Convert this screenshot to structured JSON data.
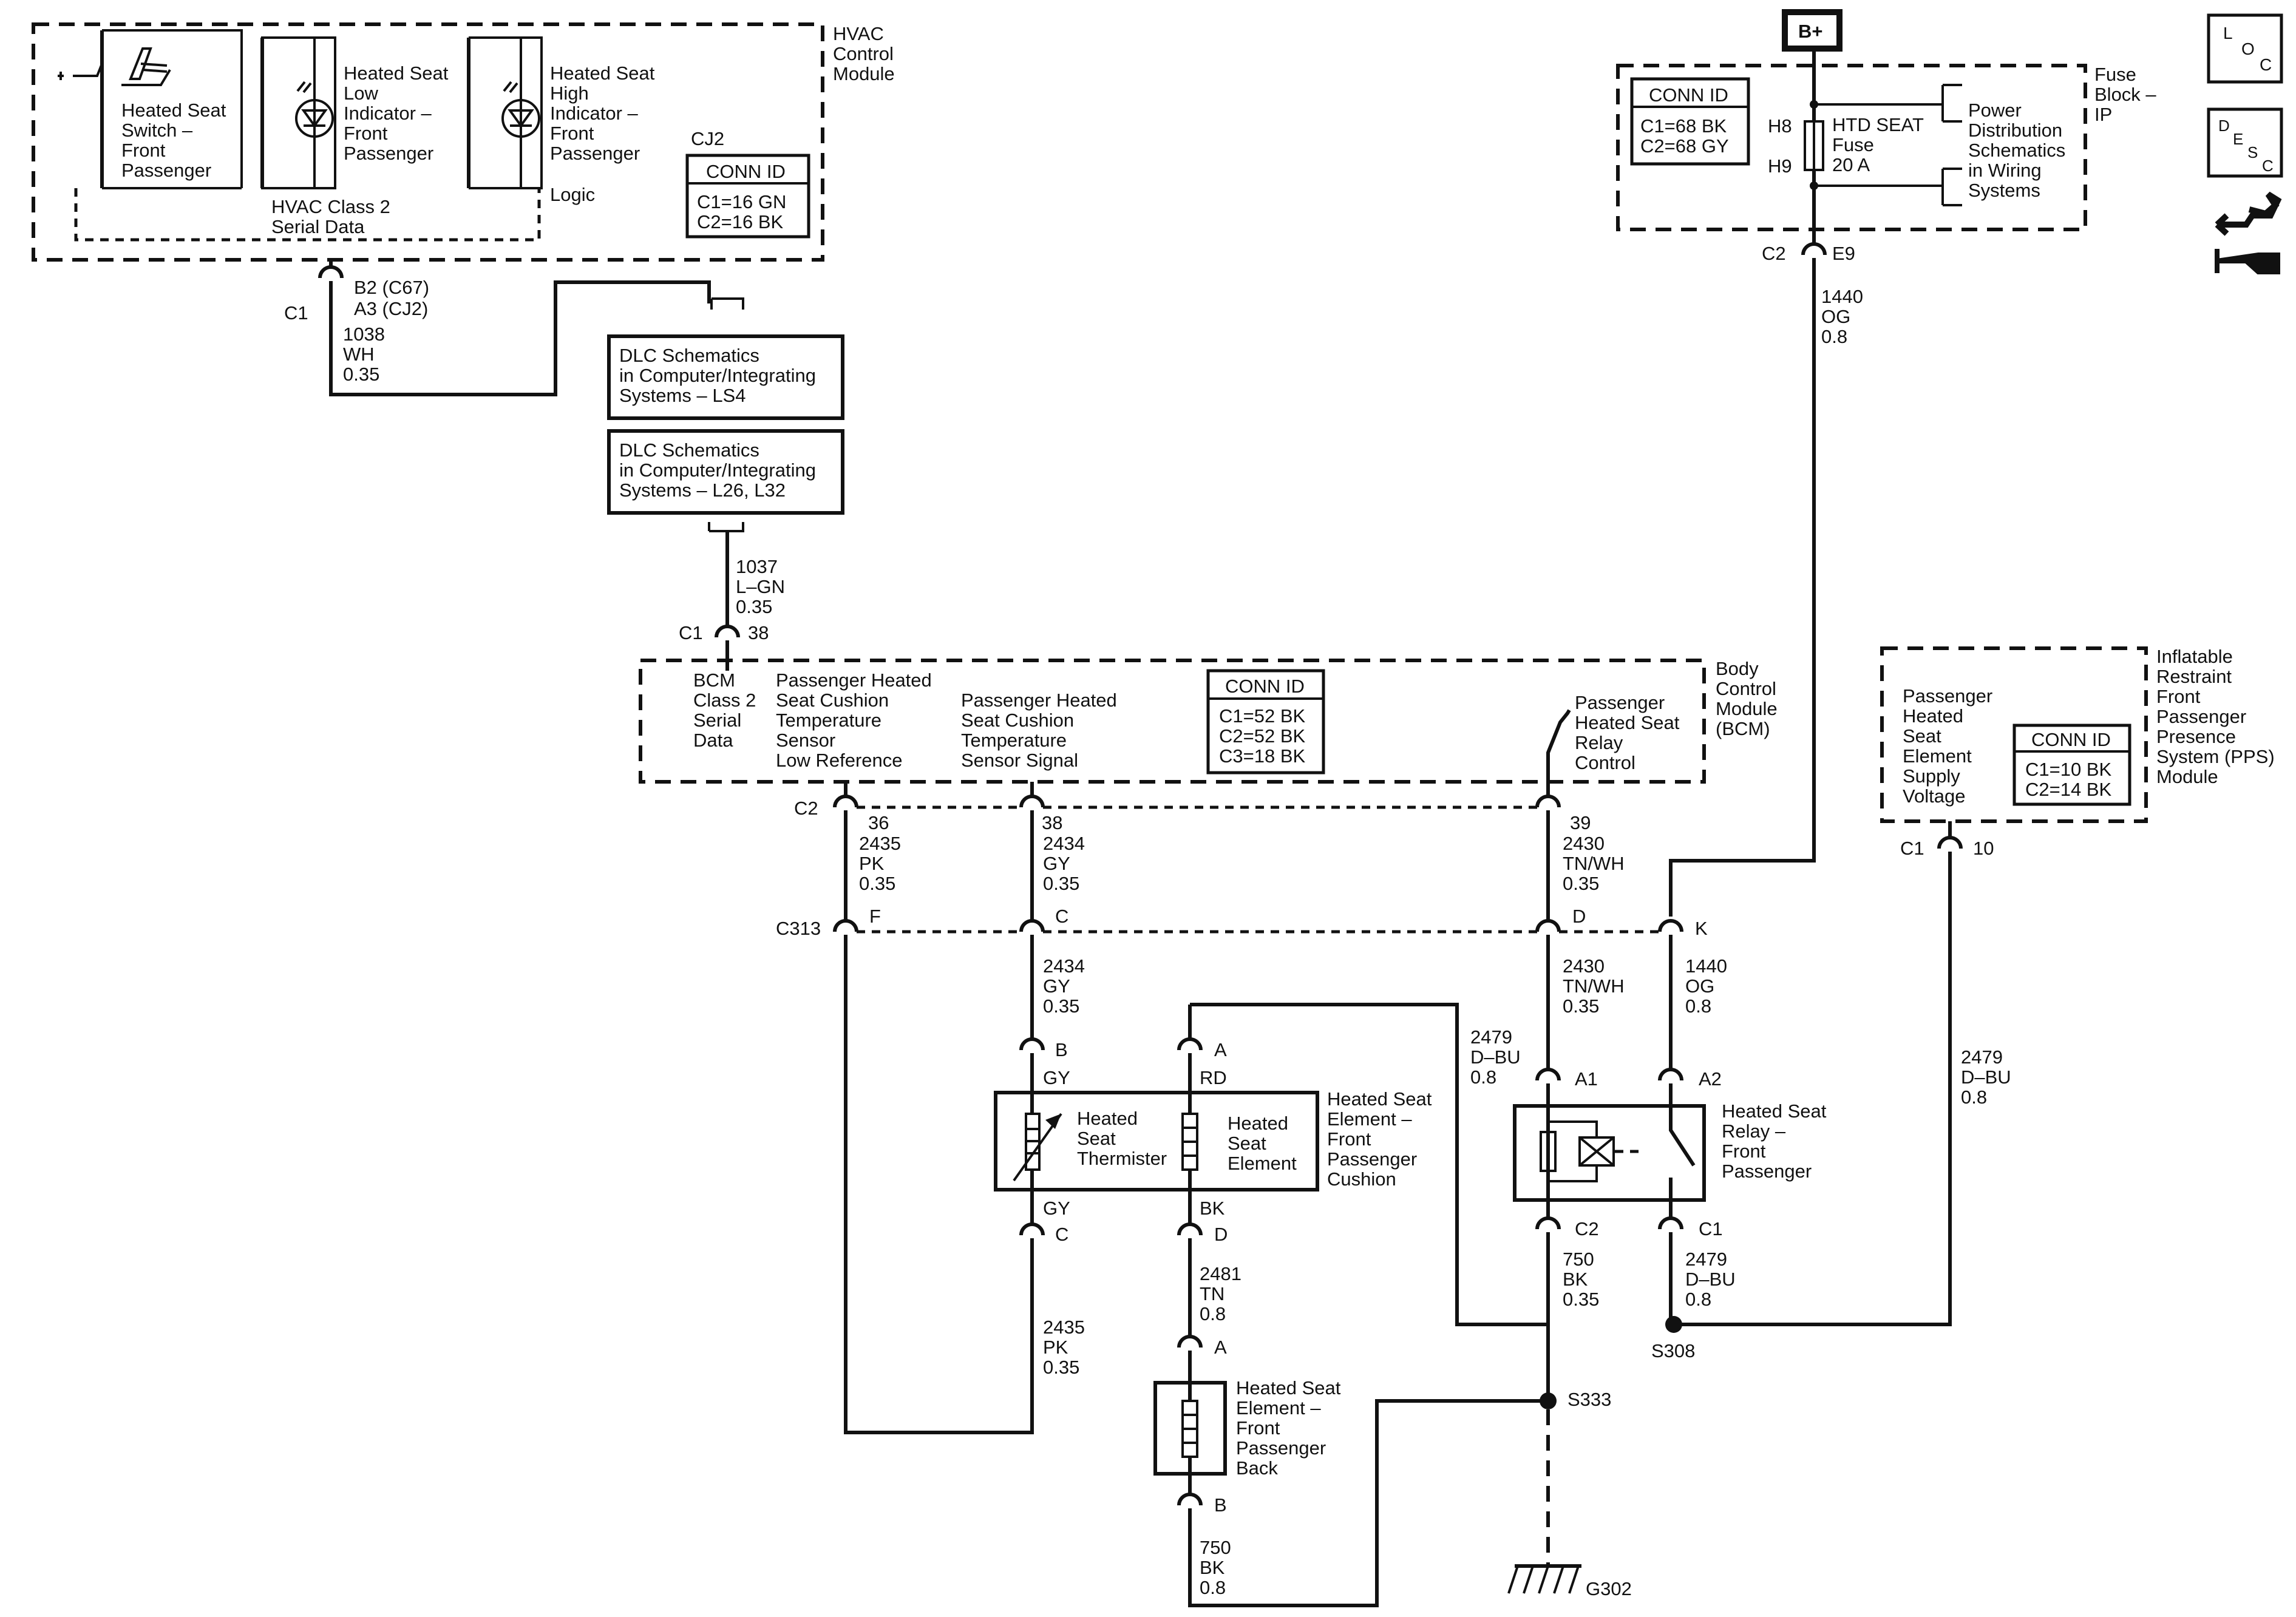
{
  "colors": {
    "ink": "#111111",
    "background": "#ffffff"
  },
  "icons": {
    "loc": "loc-icon",
    "desc": "desc-icon",
    "tools": "tools-icon"
  },
  "power": {
    "label": "B+"
  },
  "hvac": {
    "module": [
      "HVAC",
      "Control",
      "Module"
    ],
    "switch": [
      "Heated Seat",
      "Switch –",
      "Front",
      "Passenger"
    ],
    "low": [
      "Heated Seat",
      "Low",
      "Indicator –",
      "Front",
      "Passenger"
    ],
    "high": [
      "Heated Seat",
      "High",
      "Indicator –",
      "Front",
      "Passenger"
    ],
    "serial": [
      "HVAC Class 2",
      "Serial Data"
    ],
    "logic": "Logic",
    "cj2": "CJ2",
    "conn": {
      "title": "CONN ID",
      "lines": [
        "C1=16 GN",
        "C2=16 BK"
      ]
    },
    "connector": "C1",
    "pins": [
      "B2 (C67)",
      "A3 (CJ2)"
    ],
    "wire": [
      "1038",
      "WH",
      "0.35"
    ]
  },
  "dlc": {
    "ls4": [
      "DLC Schematics",
      "in Computer/Integrating",
      "Systems – LS4"
    ],
    "l26": [
      "DLC Schematics",
      "in Computer/Integrating",
      "Systems – L26, L32"
    ],
    "wire": [
      "1037",
      "L–GN",
      "0.35"
    ],
    "connector": "C1",
    "pin": "38"
  },
  "fuse": {
    "block": [
      "Fuse",
      "Block –",
      "IP"
    ],
    "conn": {
      "title": "CONN ID",
      "lines": [
        "C1=68 BK",
        "C2=68 GY"
      ]
    },
    "h8": "H8",
    "h9": "H9",
    "name": [
      "HTD SEAT",
      "Fuse",
      "20 A"
    ],
    "pds": [
      "Power",
      "Distribution",
      "Schematics",
      "in Wiring",
      "Systems"
    ],
    "connector": "C2",
    "pin": "E9",
    "wire": [
      "1440",
      "OG",
      "0.8"
    ]
  },
  "bcm": {
    "module": [
      "Body",
      "Control",
      "Module",
      "(BCM)"
    ],
    "serial": [
      "BCM",
      "Class 2",
      "Serial",
      "Data"
    ],
    "low_ref": [
      "Passenger Heated",
      "Seat Cushion",
      "Temperature",
      "Sensor",
      "Low Reference"
    ],
    "signal": [
      "Passenger Heated",
      "Seat Cushion",
      "Temperature",
      "Sensor Signal"
    ],
    "conn": {
      "title": "CONN ID",
      "lines": [
        "C1=52 BK",
        "C2=52 BK",
        "C3=18 BK"
      ]
    },
    "relay_ctrl": [
      "Passenger",
      "Heated Seat",
      "Relay",
      "Control"
    ],
    "connector": "C2",
    "pins": [
      "36",
      "38",
      "39"
    ],
    "wires": [
      [
        "2435",
        "PK",
        "0.35"
      ],
      [
        "2434",
        "GY",
        "0.35"
      ],
      [
        "2430",
        "TN/WH",
        "0.35"
      ]
    ]
  },
  "c313": {
    "name": "C313",
    "pins": [
      "F",
      "C",
      "D",
      "K"
    ],
    "wires": [
      [
        "2434",
        "GY",
        "0.35"
      ],
      [
        "2430",
        "TN/WH",
        "0.35"
      ],
      [
        "1440",
        "OG",
        "0.8"
      ]
    ]
  },
  "pps": {
    "module": [
      "Inflatable",
      "Restraint",
      "Front",
      "Passenger",
      "Presence",
      "System (PPS)",
      "Module"
    ],
    "supply": [
      "Passenger",
      "Heated",
      "Seat",
      "Element",
      "Supply",
      "Voltage"
    ],
    "conn": {
      "title": "CONN ID",
      "lines": [
        "C1=10 BK",
        "C2=14 BK"
      ]
    },
    "connector": "C1",
    "pin": "10",
    "wire": [
      "2479",
      "D–BU",
      "0.8"
    ]
  },
  "cushion": {
    "title": [
      "Heated Seat",
      "Element –",
      "Front",
      "Passenger",
      "Cushion"
    ],
    "thermister": [
      "Heated",
      "Seat",
      "Thermister"
    ],
    "element": [
      "Heated",
      "Seat",
      "Element"
    ],
    "pin_b": "B",
    "color_b": "GY",
    "pin_a": "A",
    "color_a": "RD",
    "color_c": "GY",
    "pin_c": "C",
    "color_d": "BK",
    "pin_d": "D",
    "wire_c": [
      "2435",
      "PK",
      "0.35"
    ],
    "wire_d": [
      "2481",
      "TN",
      "0.8"
    ],
    "feed": [
      "2479",
      "D–BU",
      "0.8"
    ]
  },
  "back": {
    "title": [
      "Heated Seat",
      "Element –",
      "Front",
      "Passenger",
      "Back"
    ],
    "pin_a": "A",
    "pin_b": "B",
    "wire": [
      "750",
      "BK",
      "0.8"
    ]
  },
  "relay": {
    "title": [
      "Heated Seat",
      "Relay –",
      "Front",
      "Passenger"
    ],
    "a1": "A1",
    "a2": "A2",
    "c2": "C2",
    "c1": "C1",
    "wire_c2": [
      "750",
      "BK",
      "0.35"
    ],
    "wire_c1": [
      "2479",
      "D–BU",
      "0.8"
    ]
  },
  "splices": {
    "s308": "S308",
    "s333": "S333"
  },
  "ground": {
    "g302": "G302"
  }
}
